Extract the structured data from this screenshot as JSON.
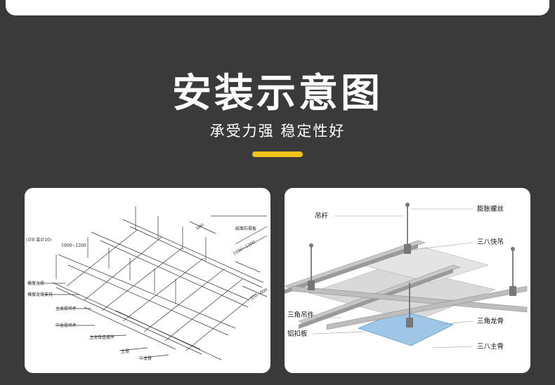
{
  "title": "安装示意图",
  "subtitle": "承受力强 稳定性好",
  "colors": {
    "background": "#3a3a3a",
    "accent": "#f2c21b",
    "panel": "#ffffff"
  },
  "left_diagram": {
    "labels": {
      "diameter": "(∅8 或∅10)",
      "dim_top": "1000~1200",
      "dim_600": "600",
      "gypsum": "纸面石膏板",
      "dim_right": "1000~1200",
      "dim_bottom": "350~800",
      "cross_keel": "横撑龙骨",
      "cross_keel_support": "横撑龙骨支托",
      "main_hanger": "主龙骨吊件",
      "mid_hanger": "中龙骨吊件",
      "main_connector": "主龙骨连接件",
      "main_keel": "主骨",
      "mid_keel": "中龙骨"
    }
  },
  "right_diagram": {
    "labels": {
      "rod": "吊杆",
      "bolt": "膨胀螺丝",
      "quick_hanger": "三八快吊",
      "triangle_hanger": "三角吊件",
      "triangle_keel": "三角龙骨",
      "panel": "铝扣板",
      "main_keel": "三八主骨"
    }
  }
}
